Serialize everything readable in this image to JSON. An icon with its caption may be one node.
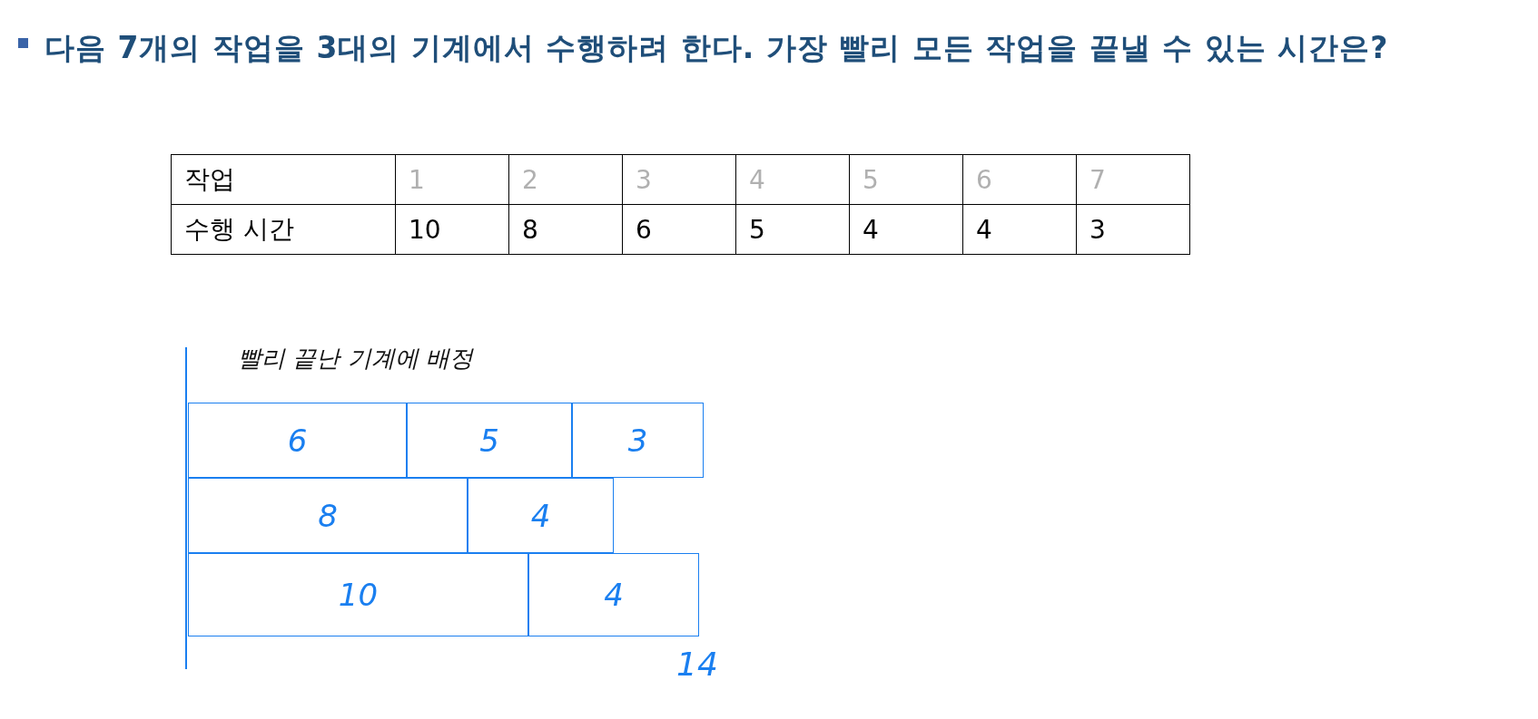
{
  "diagram": {
    "title": "다음 7개의 작업을 3대의 기계에서 수행하려 한다. 가장 빨리 모든 작업을 끝낼 수 있는 시간은?",
    "nodes": [
      {
        "text": [
          "6"
        ]
      },
      {
        "text": [
          "5"
        ]
      },
      {
        "text": [
          "3"
        ]
      },
      {
        "text": [
          "8"
        ]
      },
      {
        "text": [
          "4"
        ]
      },
      {
        "text": [
          "10"
        ]
      },
      {
        "text": [
          "4"
        ]
      }
    ],
    "edges": [],
    "labels": [
      "작업",
      "1",
      "2",
      "3",
      "4",
      "5",
      "6",
      "7",
      "수행 시간",
      "10",
      "8",
      "6",
      "5",
      "4",
      "4",
      "3",
      "빨리 끝난 기계에 배정",
      "14"
    ]
  }
}
